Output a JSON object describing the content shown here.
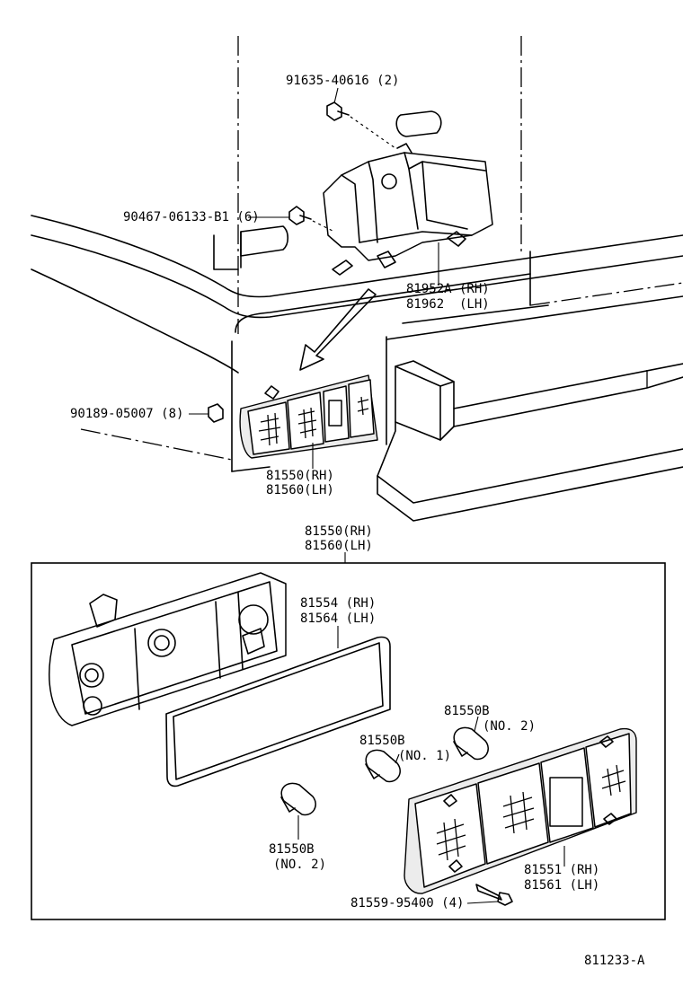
{
  "labels": {
    "bolt_91635": "91635-40616 (2)",
    "screw_90467": "90467-06133-B1 (6)",
    "bracket_rh": "81952A (RH)",
    "bracket_lh": "81962  (LH)",
    "nut_90189": "90189-05007 (8)",
    "lamp_rh_top": "81550(RH)",
    "lamp_lh_top": "81560(LH)",
    "assy_rh": "81550(RH)",
    "assy_lh": "81560(LH)",
    "gasket_rh": "81554 (RH)",
    "gasket_lh": "81564 (LH)",
    "bulb_b_right": "81550B",
    "bulb_b_right_no": "(NO. 2)",
    "bulb_b_mid": "81550B",
    "bulb_b_mid_no": "(NO. 1)",
    "bulb_b_left": "81550B",
    "bulb_b_left_no": "(NO. 2)",
    "lens_rh": "81551 (RH)",
    "lens_lh": "81561 (LH)",
    "screw_81559": "81559-95400 (4)",
    "figure_code": "811233-A"
  }
}
